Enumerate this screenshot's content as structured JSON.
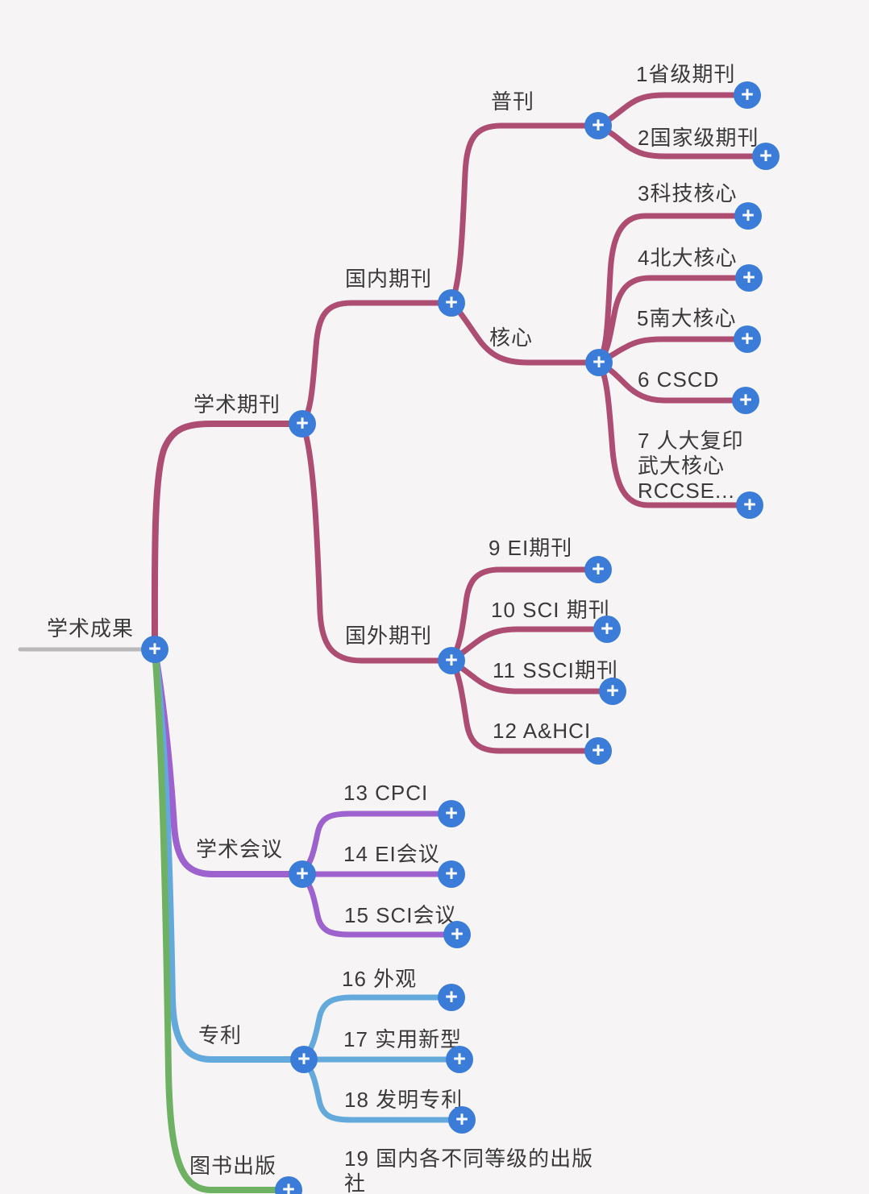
{
  "colors": {
    "background": "#f6f4f5",
    "text": "#3a3a3a",
    "journal": "#ae4d72",
    "conference": "#9d62cd",
    "patent": "#64a9dc",
    "book": "#6eb163",
    "plus": "#3a7cd8",
    "plus_glyph": "#ffffff",
    "root_line": "#b9b9b9"
  },
  "icons": {
    "plus": "+"
  },
  "nodes": {
    "root": "学术成果",
    "academic_journal": "学术期刊",
    "domestic_journal": "国内期刊",
    "general_journal": "普刊",
    "provincial_journal": "1省级期刊",
    "national_journal": "2国家级期刊",
    "core": "核心",
    "scitech_core": "3科技核心",
    "pku_core": "4北大核心",
    "nju_core": "5南大核心",
    "cscd": "6 CSCD",
    "renda_wuda_rccse": "7 人大复印\n武大核心\nRCCSE...",
    "foreign_journal": "国外期刊",
    "ei_journal": "9 EI期刊",
    "sci_journal": "10 SCI 期刊",
    "ssci_journal": "11 SSCI期刊",
    "ahci": "12 A&HCI",
    "conference": "学术会议",
    "cpci": "13 CPCI",
    "ei_conference": "14 EI会议",
    "sci_conference": "15 SCI会议",
    "patent": "专利",
    "design_patent": "16 外观",
    "utility_patent": "17 实用新型",
    "invention_patent": "18 发明专利",
    "book_publishing": "图书出版",
    "publisher_levels": "19 国内各不同等级的出版\n社"
  }
}
